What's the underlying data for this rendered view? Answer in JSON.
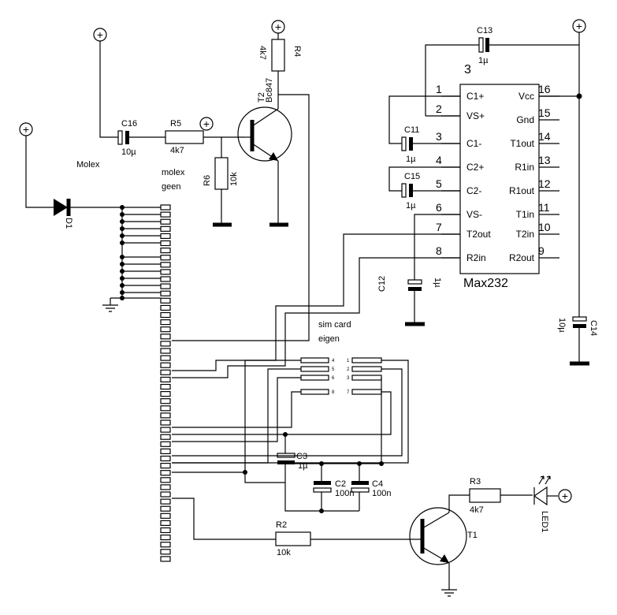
{
  "power_symbol": "+",
  "components": {
    "R4": {
      "name": "R4",
      "value": "4k7"
    },
    "T2": {
      "name": "T2",
      "value": "Bc847"
    },
    "C16": {
      "name": "C16",
      "value": "10µ"
    },
    "R5": {
      "name": "R5",
      "value": "4k7"
    },
    "R6": {
      "name": "R6",
      "value": "10k"
    },
    "D1": {
      "name": "D1"
    },
    "C13": {
      "name": "C13",
      "value": "1µ"
    },
    "C11": {
      "name": "C11",
      "value": "1µ"
    },
    "C15": {
      "name": "C15",
      "value": "1µ"
    },
    "C12": {
      "name": "C12",
      "value": "1µ"
    },
    "C14": {
      "name": "C14",
      "value": "10µ"
    },
    "C3": {
      "name": "C3",
      "value": "1µ"
    },
    "C2": {
      "name": "C2",
      "value": "100n"
    },
    "C4": {
      "name": "C4",
      "value": "100n"
    },
    "R3": {
      "name": "R3",
      "value": "4k7"
    },
    "R2": {
      "name": "R2",
      "value": "10k"
    },
    "T1": {
      "name": "T1"
    },
    "LED1": {
      "name": "LED1"
    }
  },
  "labels": {
    "molex": "Molex",
    "molex_geen_1": "molex",
    "molex_geen_2": "geen",
    "sim_card_1": "sim card",
    "sim_card_2": "eigen"
  },
  "ic": {
    "name": "Max232",
    "number": "3",
    "left_pins": [
      {
        "num": "1",
        "label": "C1+"
      },
      {
        "num": "2",
        "label": "VS+"
      },
      {
        "num": "3",
        "label": "C1-"
      },
      {
        "num": "4",
        "label": "C2+"
      },
      {
        "num": "5",
        "label": "C2-"
      },
      {
        "num": "6",
        "label": "VS-"
      },
      {
        "num": "7",
        "label": "T2out"
      },
      {
        "num": "8",
        "label": "R2in"
      }
    ],
    "right_pins": [
      {
        "num": "16",
        "label": "Vcc"
      },
      {
        "num": "15",
        "label": "Gnd"
      },
      {
        "num": "14",
        "label": "T1out"
      },
      {
        "num": "13",
        "label": "R1in"
      },
      {
        "num": "12",
        "label": "R1out"
      },
      {
        "num": "11",
        "label": "T1in"
      },
      {
        "num": "10",
        "label": "T2in"
      },
      {
        "num": "9",
        "label": "R2out"
      }
    ]
  },
  "sim_pins": {
    "left": [
      "4",
      "5",
      "6",
      "8"
    ],
    "right": [
      "1",
      "2",
      "3",
      "7"
    ]
  }
}
